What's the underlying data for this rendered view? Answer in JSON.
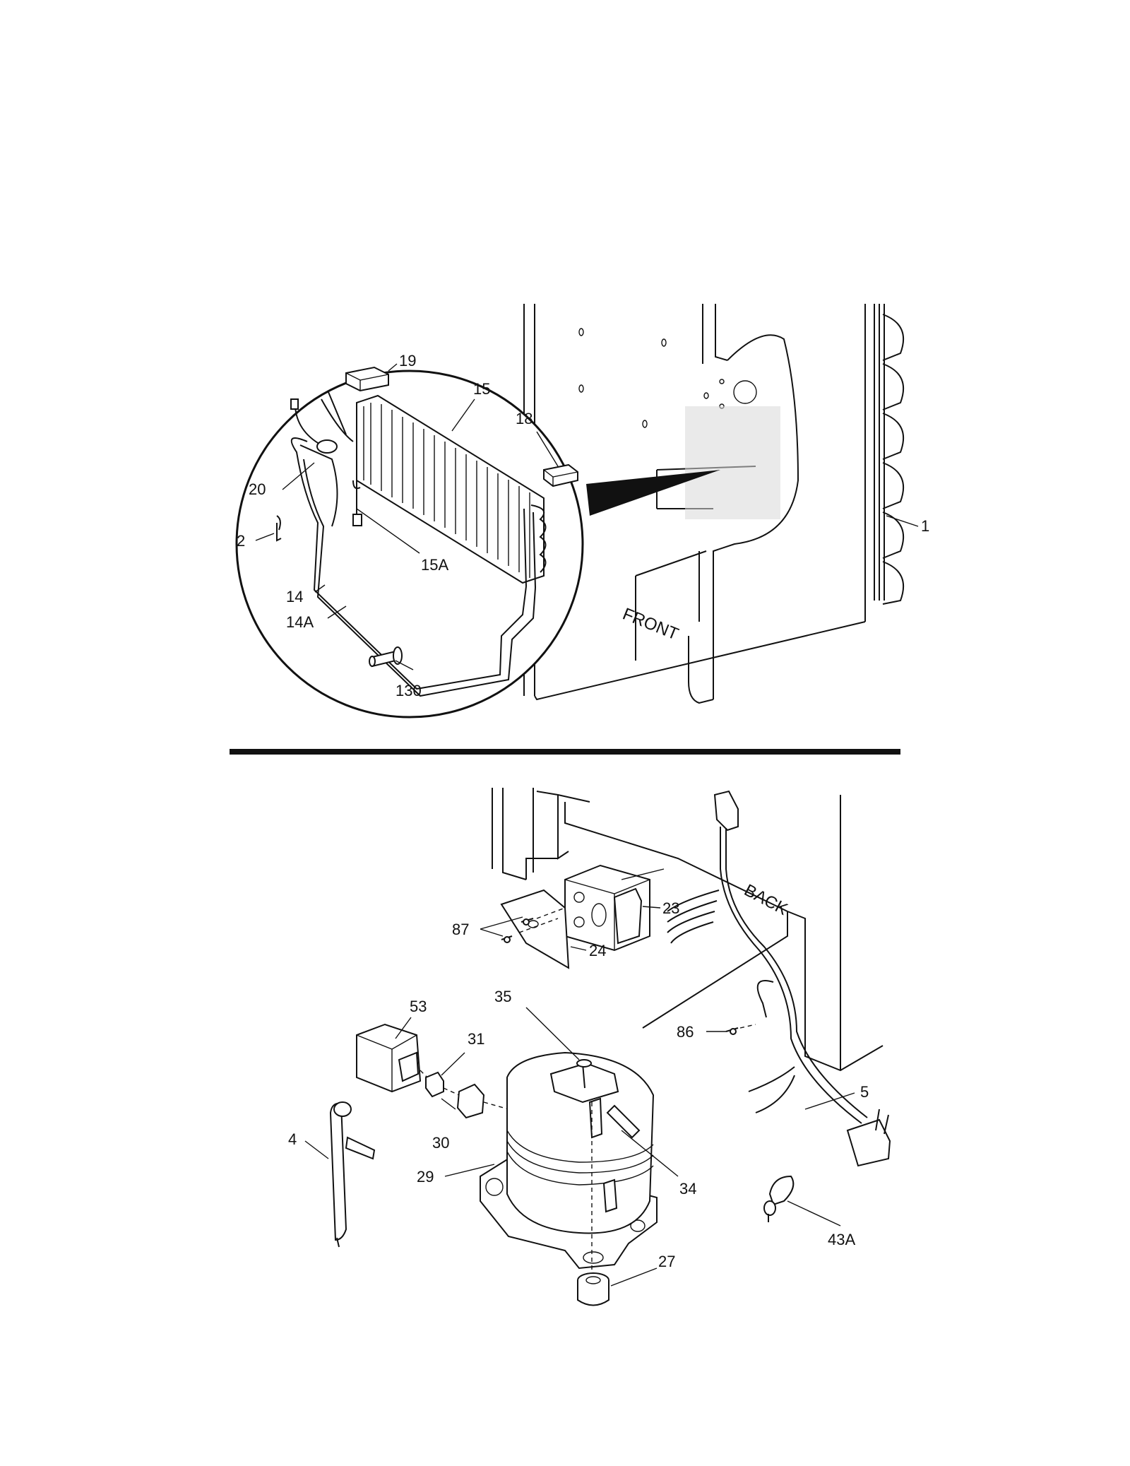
{
  "side_labels": {
    "front": "FRONT",
    "back": "BACK"
  },
  "upper_labels": {
    "p19": "19",
    "p15": "15",
    "p18": "18",
    "p20": "20",
    "p2": "2",
    "p15a": "15A",
    "p14": "14",
    "p14a": "14A",
    "p130": "130",
    "p1": "1"
  },
  "lower_labels": {
    "p23": "23",
    "p87": "87",
    "p24": "24",
    "p53": "53",
    "p35": "35",
    "p31": "31",
    "p86": "86",
    "p5": "5",
    "p4": "4",
    "p30": "30",
    "p29": "29",
    "p34": "34",
    "p43a": "43A",
    "p27": "27"
  }
}
